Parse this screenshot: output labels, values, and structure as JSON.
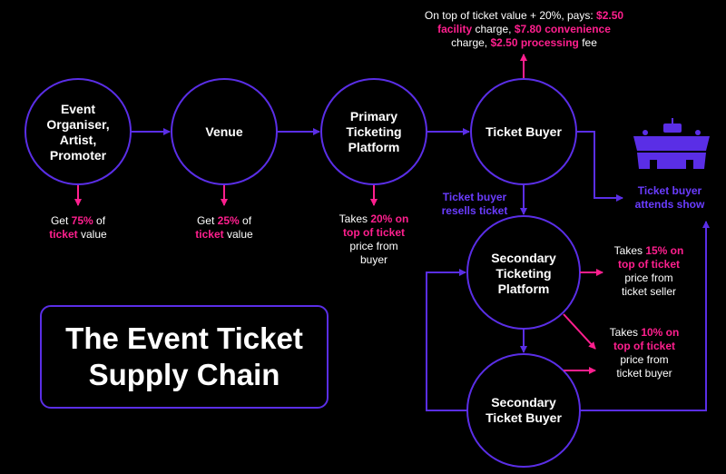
{
  "colors": {
    "stroke": "#5a2ee6",
    "accent": "#ff1f8e",
    "blue_text": "#6a3cff",
    "background": "#000000"
  },
  "title": {
    "line1": "The Event Ticket",
    "line2": "Supply Chain"
  },
  "nodes": {
    "organiser": {
      "line1": "Event",
      "line2": "Organiser,",
      "line3": "Artist,",
      "line4": "Promoter"
    },
    "venue": {
      "label": "Venue"
    },
    "primary": {
      "line1": "Primary",
      "line2": "Ticketing",
      "line3": "Platform"
    },
    "buyer": {
      "label": "Ticket Buyer"
    },
    "secondary_platform": {
      "line1": "Secondary",
      "line2": "Ticketing",
      "line3": "Platform"
    },
    "secondary_buyer": {
      "line1": "Secondary",
      "line2": "Ticket Buyer"
    }
  },
  "notes": {
    "organiser": {
      "pre": "Get ",
      "pct": "75%",
      "mid": " of",
      "hl": "ticket",
      "post": " value"
    },
    "venue": {
      "pre": "Get ",
      "pct": "25%",
      "mid": " of",
      "hl": "ticket",
      "post": " value"
    },
    "primary": {
      "pre": "Takes ",
      "hl1": "20% on",
      "hl2": "top of ticket",
      "line3": "price from",
      "line4": "buyer"
    },
    "buyer_fees": {
      "t1": "On top of ticket value + 20%, pays: ",
      "h1": "$2.50",
      "h2": "facility",
      "t2": " charge, ",
      "h3": "$7.80 convenience",
      "t3": "charge, ",
      "h4": "$2.50 processing",
      "t4": " fee"
    },
    "resells": {
      "line1": "Ticket buyer",
      "line2": "resells ticket"
    },
    "attends": {
      "line1": "Ticket buyer",
      "line2": "attends show"
    },
    "secondary_seller": {
      "pre": "Takes ",
      "hl1": "15% on",
      "hl2": "top of ticket",
      "line3": "price from",
      "line4": "ticket seller"
    },
    "secondary_buyer": {
      "pre": "Takes ",
      "hl1": "10% on",
      "hl2": "top of ticket",
      "line3": "price from",
      "line4": "ticket buyer"
    }
  },
  "icons": {
    "stadium": "stadium-icon"
  }
}
